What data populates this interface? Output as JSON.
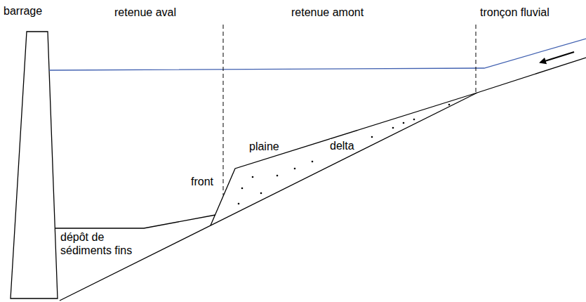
{
  "diagram": {
    "labels": [
      "barrage",
      "retenue aval",
      "retenue amont",
      "tronçon fluvial",
      "plaine",
      "delta",
      "front",
      "dépôt de sédiments fins"
    ]
  }
}
